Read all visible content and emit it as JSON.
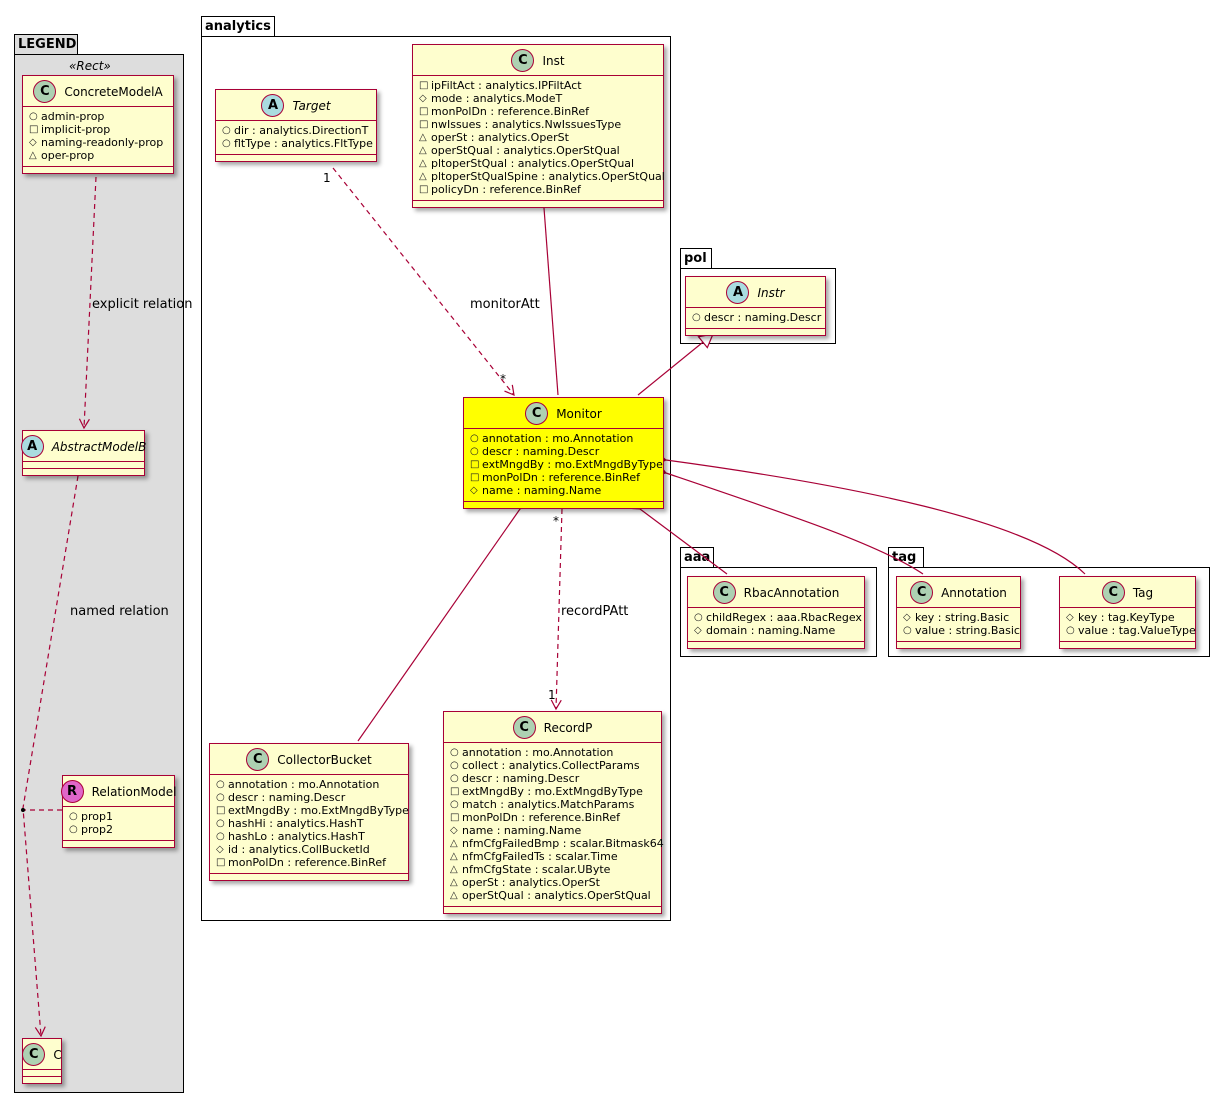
{
  "packages": {
    "legend": {
      "name": "LEGEND",
      "stereotype": "«Rect»"
    },
    "analytics": {
      "name": "analytics"
    },
    "pol": {
      "name": "pol"
    },
    "aaa": {
      "name": "aaa"
    },
    "tag": {
      "name": "tag"
    }
  },
  "visibility_symbols": {
    "public": "○",
    "private": "□",
    "protected": "◇",
    "package": "△"
  },
  "classes": {
    "concrete_model_a": {
      "kind": "C",
      "name": "ConcreteModelA",
      "attrs": [
        {
          "vis": "public",
          "text": "admin-prop"
        },
        {
          "vis": "private",
          "text": "implicit-prop"
        },
        {
          "vis": "protected",
          "text": "naming-readonly-prop"
        },
        {
          "vis": "package",
          "text": "oper-prop"
        }
      ]
    },
    "abstract_model_b": {
      "kind": "A",
      "name": "AbstractModelB",
      "attrs": []
    },
    "relation_model": {
      "kind": "R",
      "name": "RelationModel",
      "attrs": [
        {
          "vis": "public",
          "text": "prop1"
        },
        {
          "vis": "public",
          "text": "prop2"
        }
      ]
    },
    "c": {
      "kind": "C",
      "name": "C",
      "attrs": []
    },
    "target": {
      "kind": "A",
      "name": "Target",
      "attrs": [
        {
          "vis": "public",
          "text": "dir : analytics.DirectionT"
        },
        {
          "vis": "public",
          "text": "fltType : analytics.FltType"
        }
      ]
    },
    "inst": {
      "kind": "C",
      "name": "Inst",
      "attrs": [
        {
          "vis": "private",
          "text": "ipFiltAct : analytics.IPFiltAct"
        },
        {
          "vis": "protected",
          "text": "mode : analytics.ModeT"
        },
        {
          "vis": "private",
          "text": "monPolDn : reference.BinRef"
        },
        {
          "vis": "private",
          "text": "nwIssues : analytics.NwIssuesType"
        },
        {
          "vis": "package",
          "text": "operSt : analytics.OperSt"
        },
        {
          "vis": "package",
          "text": "operStQual : analytics.OperStQual"
        },
        {
          "vis": "package",
          "text": "pltoperStQual : analytics.OperStQual"
        },
        {
          "vis": "package",
          "text": "pltoperStQualSpine : analytics.OperStQual"
        },
        {
          "vis": "private",
          "text": "policyDn : reference.BinRef"
        }
      ]
    },
    "instr": {
      "kind": "A",
      "name": "Instr",
      "attrs": [
        {
          "vis": "public",
          "text": "descr : naming.Descr"
        }
      ]
    },
    "monitor": {
      "kind": "C",
      "name": "Monitor",
      "attrs": [
        {
          "vis": "public",
          "text": "annotation : mo.Annotation"
        },
        {
          "vis": "public",
          "text": "descr : naming.Descr"
        },
        {
          "vis": "private",
          "text": "extMngdBy : mo.ExtMngdByType"
        },
        {
          "vis": "private",
          "text": "monPolDn : reference.BinRef"
        },
        {
          "vis": "protected",
          "text": "name : naming.Name"
        }
      ]
    },
    "rbac_annotation": {
      "kind": "C",
      "name": "RbacAnnotation",
      "attrs": [
        {
          "vis": "public",
          "text": "childRegex : aaa.RbacRegex"
        },
        {
          "vis": "protected",
          "text": "domain : naming.Name"
        }
      ]
    },
    "annotation": {
      "kind": "C",
      "name": "Annotation",
      "attrs": [
        {
          "vis": "protected",
          "text": "key : string.Basic"
        },
        {
          "vis": "public",
          "text": "value : string.Basic"
        }
      ]
    },
    "tag": {
      "kind": "C",
      "name": "Tag",
      "attrs": [
        {
          "vis": "protected",
          "text": "key : tag.KeyType"
        },
        {
          "vis": "public",
          "text": "value : tag.ValueType"
        }
      ]
    },
    "collector_bucket": {
      "kind": "C",
      "name": "CollectorBucket",
      "attrs": [
        {
          "vis": "public",
          "text": "annotation : mo.Annotation"
        },
        {
          "vis": "public",
          "text": "descr : naming.Descr"
        },
        {
          "vis": "private",
          "text": "extMngdBy : mo.ExtMngdByType"
        },
        {
          "vis": "public",
          "text": "hashHi : analytics.HashT"
        },
        {
          "vis": "public",
          "text": "hashLo : analytics.HashT"
        },
        {
          "vis": "protected",
          "text": "id : analytics.CollBucketId"
        },
        {
          "vis": "private",
          "text": "monPolDn : reference.BinRef"
        }
      ]
    },
    "record_p": {
      "kind": "C",
      "name": "RecordP",
      "attrs": [
        {
          "vis": "public",
          "text": "annotation : mo.Annotation"
        },
        {
          "vis": "public",
          "text": "collect : analytics.CollectParams"
        },
        {
          "vis": "public",
          "text": "descr : naming.Descr"
        },
        {
          "vis": "private",
          "text": "extMngdBy : mo.ExtMngdByType"
        },
        {
          "vis": "public",
          "text": "match : analytics.MatchParams"
        },
        {
          "vis": "private",
          "text": "monPolDn : reference.BinRef"
        },
        {
          "vis": "protected",
          "text": "name : naming.Name"
        },
        {
          "vis": "package",
          "text": "nfmCfgFailedBmp : scalar.Bitmask64"
        },
        {
          "vis": "package",
          "text": "nfmCfgFailedTs : scalar.Time"
        },
        {
          "vis": "package",
          "text": "nfmCfgState : scalar.UByte"
        },
        {
          "vis": "package",
          "text": "operSt : analytics.OperSt"
        },
        {
          "vis": "package",
          "text": "operStQual : analytics.OperStQual"
        }
      ]
    }
  },
  "relations": {
    "explicit_label": "explicit relation",
    "named_label": "named relation",
    "monitor_att_label": "monitorAtt",
    "monitor_att_src_mult": "1",
    "monitor_att_dst_mult": "*",
    "record_patt_label": "recordPAtt",
    "record_patt_src_mult": "*",
    "record_patt_dst_mult": "1"
  },
  "colors": {
    "class_fill": "#fefece",
    "class_border": "#a80036",
    "highlight_fill": "#ffff00",
    "legend_fill": "#dddddd",
    "badge_class": "#add1b2",
    "badge_abstract": "#a9dcdf",
    "badge_relation": "#e066c9"
  }
}
